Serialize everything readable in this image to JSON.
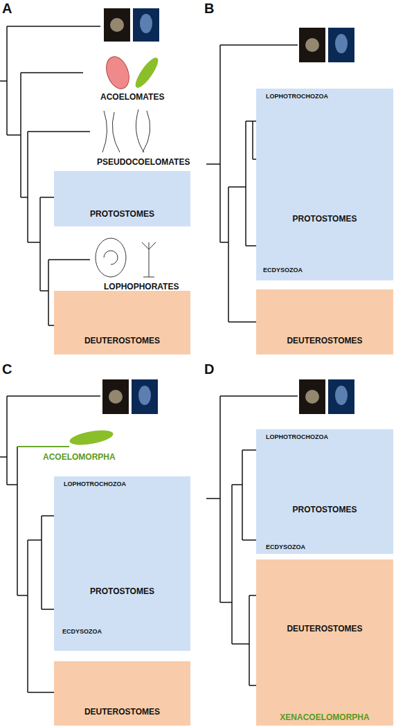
{
  "diagram": {
    "nodes": [
      {
        "text": [
          "PROTOSTOMES"
        ]
      },
      {
        "text": [
          "DEUTEROSTOMES"
        ]
      },
      {
        "text": [
          "LOPHOTROCHOZOA",
          "PROTOSTOMES",
          "ECDYSOZOA"
        ]
      },
      {
        "text": [
          "DEUTEROSTOMES"
        ]
      },
      {
        "text": [
          "LOPHOTROCHOZOA",
          "PROTOSTOMES",
          "ECDYSOZOA"
        ]
      },
      {
        "text": [
          "DEUTEROSTOMES"
        ]
      },
      {
        "text": [
          "LOPHOTROCHOZOA",
          "PROTOSTOMES",
          "ECDYSOZOA"
        ]
      },
      {
        "text": [
          "DEUTEROSTOMES",
          "XENACOELOMORPHA"
        ]
      }
    ],
    "labels": [
      "A",
      "ACOELOMATES",
      "PSEUDOCOELOMATES",
      "LOPHOPHORATES",
      "B",
      "C",
      "ACOELOMORPHA",
      "D"
    ]
  }
}
